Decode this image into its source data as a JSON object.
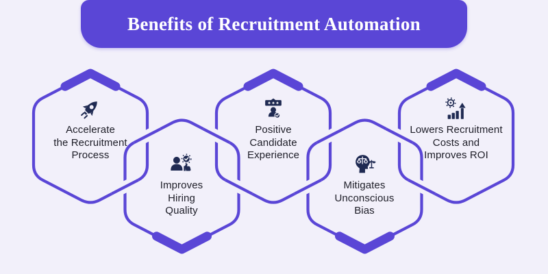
{
  "title": {
    "text": "Benefits of Recruitment Automation"
  },
  "colors": {
    "accent": "#5A46D6",
    "background": "#F2F0FA",
    "icon_navy": "#1F2A52",
    "text_dark": "#1D1D27",
    "title_text": "#FFFFFF"
  },
  "benefits": [
    {
      "id": "accelerate-process",
      "icon": "rocket-icon",
      "lines": [
        "Accelerate",
        "the Recruitment",
        "Process"
      ]
    },
    {
      "id": "hiring-quality",
      "icon": "hiring-quality-icon",
      "lines": [
        "Improves",
        "Hiring",
        "Quality"
      ]
    },
    {
      "id": "candidate-experience",
      "icon": "candidate-rating-icon",
      "lines": [
        "Positive",
        "Candidate",
        "Experience"
      ]
    },
    {
      "id": "unconscious-bias",
      "icon": "bias-balance-icon",
      "lines": [
        "Mitigates",
        "Unconscious",
        "Bias"
      ]
    },
    {
      "id": "lower-costs-roi",
      "icon": "cost-roi-icon",
      "lines": [
        "Lowers Recruitment",
        "Costs and",
        "Improves ROI"
      ]
    }
  ]
}
